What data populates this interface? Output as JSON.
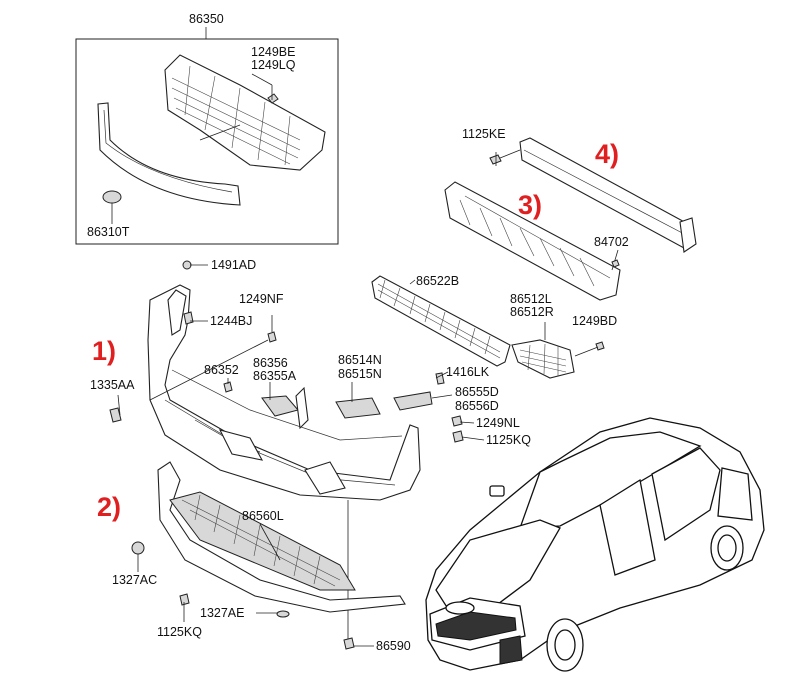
{
  "colors": {
    "callout": "#e02020",
    "line": "#222222",
    "text": "#111111"
  },
  "inset": {
    "label": "86350"
  },
  "parts": {
    "p86350": "86350",
    "p1249BE": "1249BE",
    "p1249LQ": "1249LQ",
    "p86310T": "86310T",
    "p1125KE": "1125KE",
    "p84702": "84702",
    "p1491AD": "1491AD",
    "p1249NF": "1249NF",
    "p1244BJ": "1244BJ",
    "p86522B": "86522B",
    "p86512L": "86512L",
    "p86512R": "86512R",
    "p1249BD": "1249BD",
    "p86352": "86352",
    "p86356": "86356",
    "p86355A": "86355A",
    "p86514N": "86514N",
    "p86515N": "86515N",
    "p1416LK": "1416LK",
    "p86555D": "86555D",
    "p86556D": "86556D",
    "p1335AA": "1335AA",
    "p1249NL": "1249NL",
    "p1125KQ_a": "1125KQ",
    "p86560L": "86560L",
    "p1327AC": "1327AC",
    "p1327AE": "1327AE",
    "p1125KQ_b": "1125KQ",
    "p86590": "86590"
  },
  "callouts": {
    "c1": "1)",
    "c2": "2)",
    "c3": "3)",
    "c4": "4)"
  }
}
